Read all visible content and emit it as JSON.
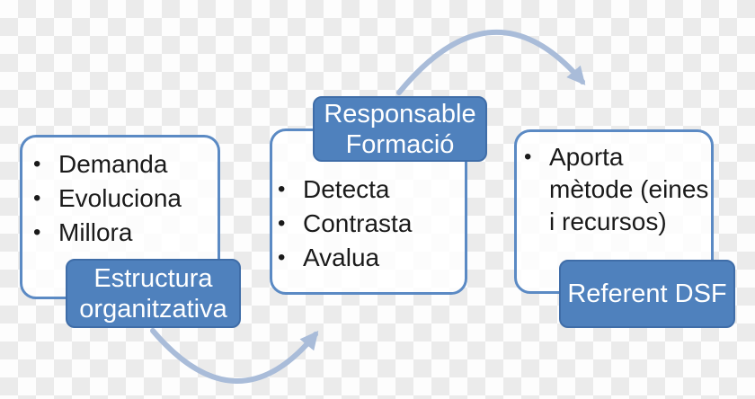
{
  "diagram": {
    "title": "Formació process cycle diagram",
    "boxes": {
      "left": {
        "items": [
          "Demanda",
          "Evoluciona",
          "Millora"
        ],
        "label": "Estructura organitzativa"
      },
      "middle": {
        "label": "Responsable Formació",
        "items": [
          "Detecta",
          "Contrasta",
          "Avalua"
        ]
      },
      "right": {
        "item": "Aporta mètode (eines i recursos)",
        "item_lines": [
          "Aporta",
          "mètode (eines",
          "i recursos)"
        ],
        "label": "Referent DSF"
      }
    },
    "icons": {
      "bullet": "•"
    },
    "colors": {
      "checker_light": "#fdfdfd",
      "checker_dark": "#ebebeb",
      "label_fill": "#4f81bd",
      "label_border": "#3f6da8",
      "box_border": "#5b8ac4",
      "arrow": "#a9bcd9",
      "text": "#1a1a1a",
      "label_text": "#ffffff"
    }
  }
}
